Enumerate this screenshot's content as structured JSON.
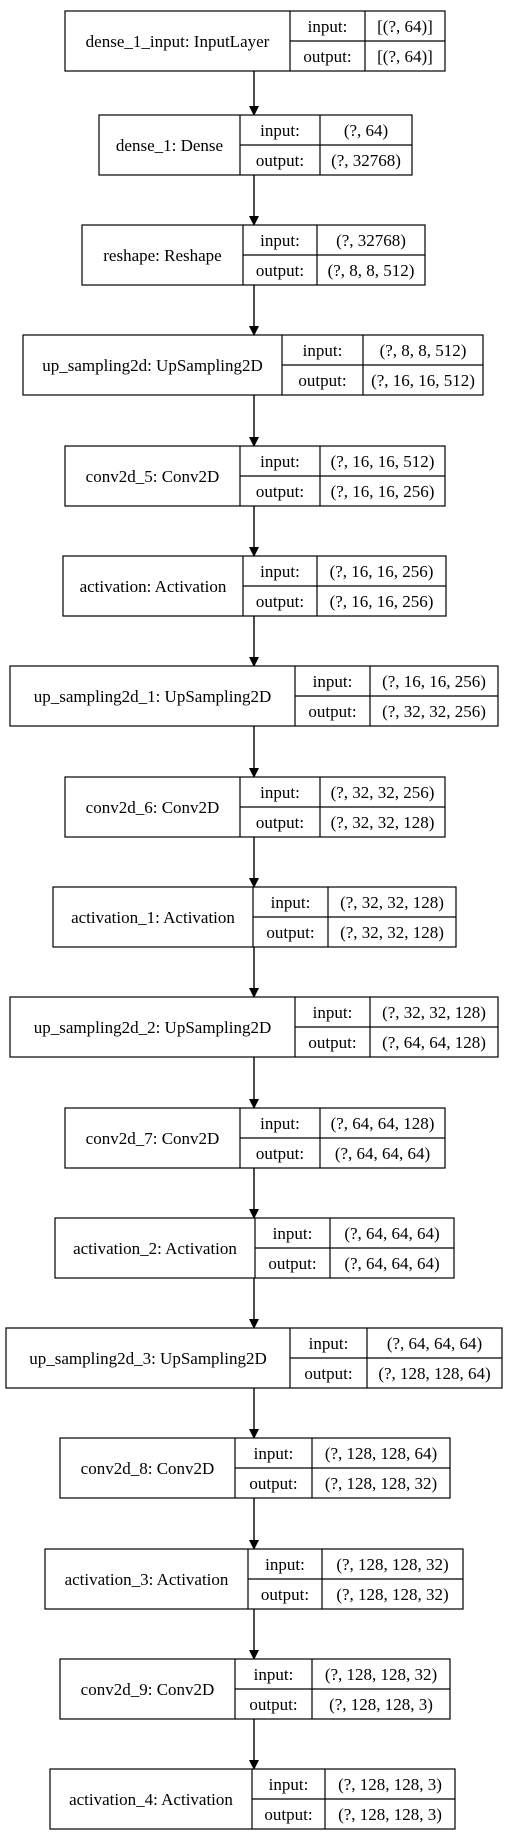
{
  "diagram": {
    "type": "keras-model-plot",
    "nodes": [
      {
        "name": "dense_1_input: InputLayer",
        "input": "[(?, 64)]",
        "output": "[(?, 64)]"
      },
      {
        "name": "dense_1: Dense",
        "input": "(?, 64)",
        "output": "(?, 32768)"
      },
      {
        "name": "reshape: Reshape",
        "input": "(?, 32768)",
        "output": "(?, 8, 8, 512)"
      },
      {
        "name": "up_sampling2d: UpSampling2D",
        "input": "(?, 8, 8, 512)",
        "output": "(?, 16, 16, 512)"
      },
      {
        "name": "conv2d_5: Conv2D",
        "input": "(?, 16, 16, 512)",
        "output": "(?, 16, 16, 256)"
      },
      {
        "name": "activation: Activation",
        "input": "(?, 16, 16, 256)",
        "output": "(?, 16, 16, 256)"
      },
      {
        "name": "up_sampling2d_1: UpSampling2D",
        "input": "(?, 16, 16, 256)",
        "output": "(?, 32, 32, 256)"
      },
      {
        "name": "conv2d_6: Conv2D",
        "input": "(?, 32, 32, 256)",
        "output": "(?, 32, 32, 128)"
      },
      {
        "name": "activation_1: Activation",
        "input": "(?, 32, 32, 128)",
        "output": "(?, 32, 32, 128)"
      },
      {
        "name": "up_sampling2d_2: UpSampling2D",
        "input": "(?, 32, 32, 128)",
        "output": "(?, 64, 64, 128)"
      },
      {
        "name": "conv2d_7: Conv2D",
        "input": "(?, 64, 64, 128)",
        "output": "(?, 64, 64, 64)"
      },
      {
        "name": "activation_2: Activation",
        "input": "(?, 64, 64, 64)",
        "output": "(?, 64, 64, 64)"
      },
      {
        "name": "up_sampling2d_3: UpSampling2D",
        "input": "(?, 64, 64, 64)",
        "output": "(?, 128, 128, 64)"
      },
      {
        "name": "conv2d_8: Conv2D",
        "input": "(?, 128, 128, 64)",
        "output": "(?, 128, 128, 32)"
      },
      {
        "name": "activation_3: Activation",
        "input": "(?, 128, 128, 32)",
        "output": "(?, 128, 128, 32)"
      },
      {
        "name": "conv2d_9: Conv2D",
        "input": "(?, 128, 128, 32)",
        "output": "(?, 128, 128, 3)"
      },
      {
        "name": "activation_4: Activation",
        "input": "(?, 128, 128, 3)",
        "output": "(?, 128, 128, 3)"
      }
    ],
    "port_labels": {
      "input": "input:",
      "output": "output:"
    }
  }
}
